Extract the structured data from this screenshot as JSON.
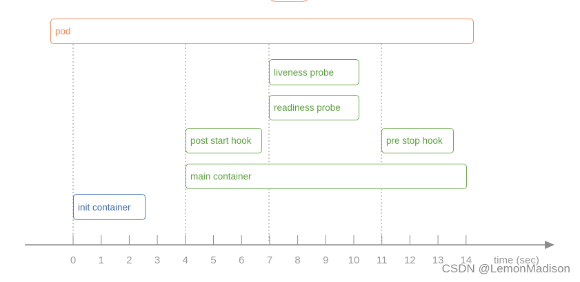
{
  "boxes": {
    "pod": "pod",
    "liveness_probe": "liveness probe",
    "readiness_probe": "readiness probe",
    "post_start_hook": "post start hook",
    "pre_stop_hook": "pre stop hook",
    "main_container": "main container",
    "init_container": "init container"
  },
  "axis": {
    "ticks": [
      "0",
      "1",
      "2",
      "3",
      "4",
      "5",
      "6",
      "7",
      "8",
      "9",
      "10",
      "11",
      "12",
      "13",
      "14"
    ],
    "unit_label": "time (sec)"
  },
  "watermark": "CSDN @LemonMadison",
  "colors": {
    "pod": "#ee8a5a",
    "probes_hooks_main": "#6aa84f",
    "init": "#4f7db8",
    "axis": "#8c8c8c"
  }
}
